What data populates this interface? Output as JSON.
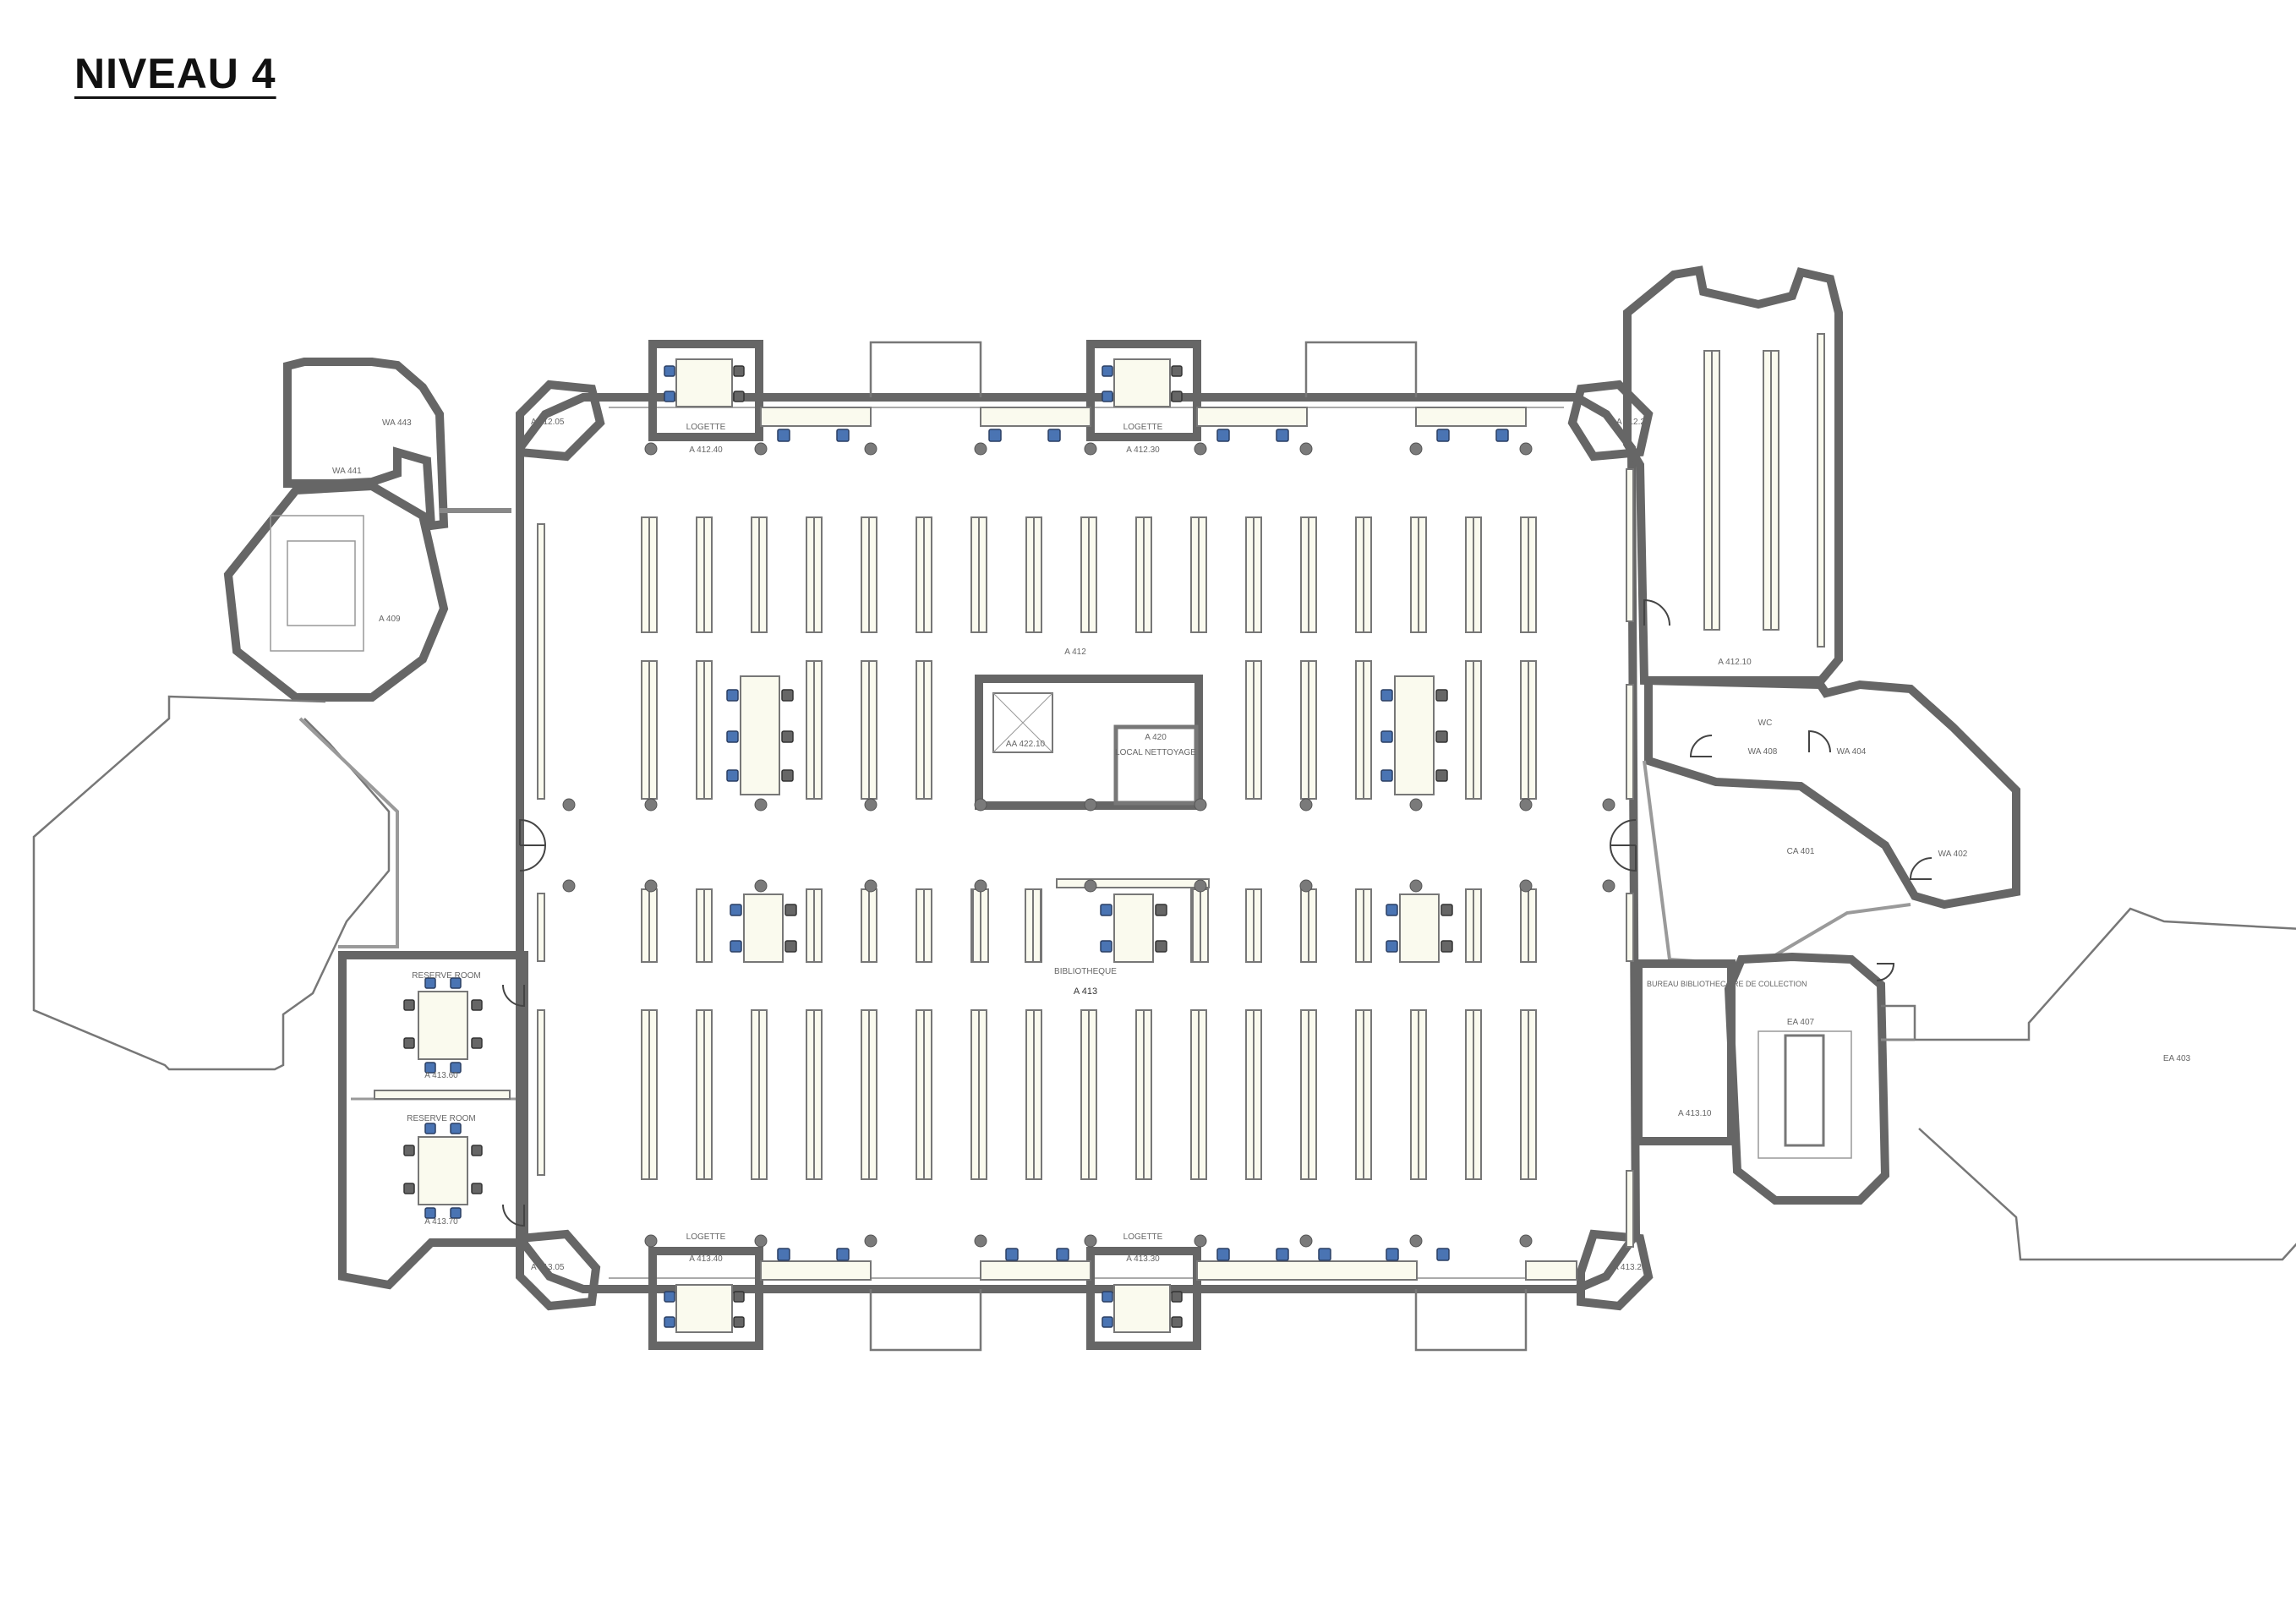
{
  "title": "NIVEAU 4",
  "rooms": {
    "a412": "A 412",
    "a413": "A 413",
    "bibliotheque": "BIBLIOTHEQUE",
    "a412_05": "A 412.05",
    "a412_20": "A 412.20",
    "a413_05": "A 413.05",
    "a413_20": "A 413.20",
    "logette": "LOGETTE",
    "a412_40": "A 412.40",
    "a412_30": "A 412.30",
    "a413_40": "A 413.40",
    "a413_30": "A 413.30",
    "a420": "A 420",
    "local_nettoyage": "LOCAL NETTOYAGE",
    "aa422_10": "AA 422.10",
    "wa443": "WA 443",
    "wa441": "WA 441",
    "a409": "A 409",
    "reserve_room": "RESERVE ROOM",
    "a413_60": "A 413.60",
    "a413_70": "A 413.70",
    "a412_10": "A 412.10",
    "wc": "WC",
    "wa408": "WA 408",
    "wa404": "WA 404",
    "wa402": "WA 402",
    "ca401": "CA 401",
    "ea407": "EA 407",
    "ea403": "EA 403",
    "bureau_biblio": "BUREAU BIBLIOTHECAIRE DE COLLECTION",
    "a413_10": "A 413.10"
  }
}
